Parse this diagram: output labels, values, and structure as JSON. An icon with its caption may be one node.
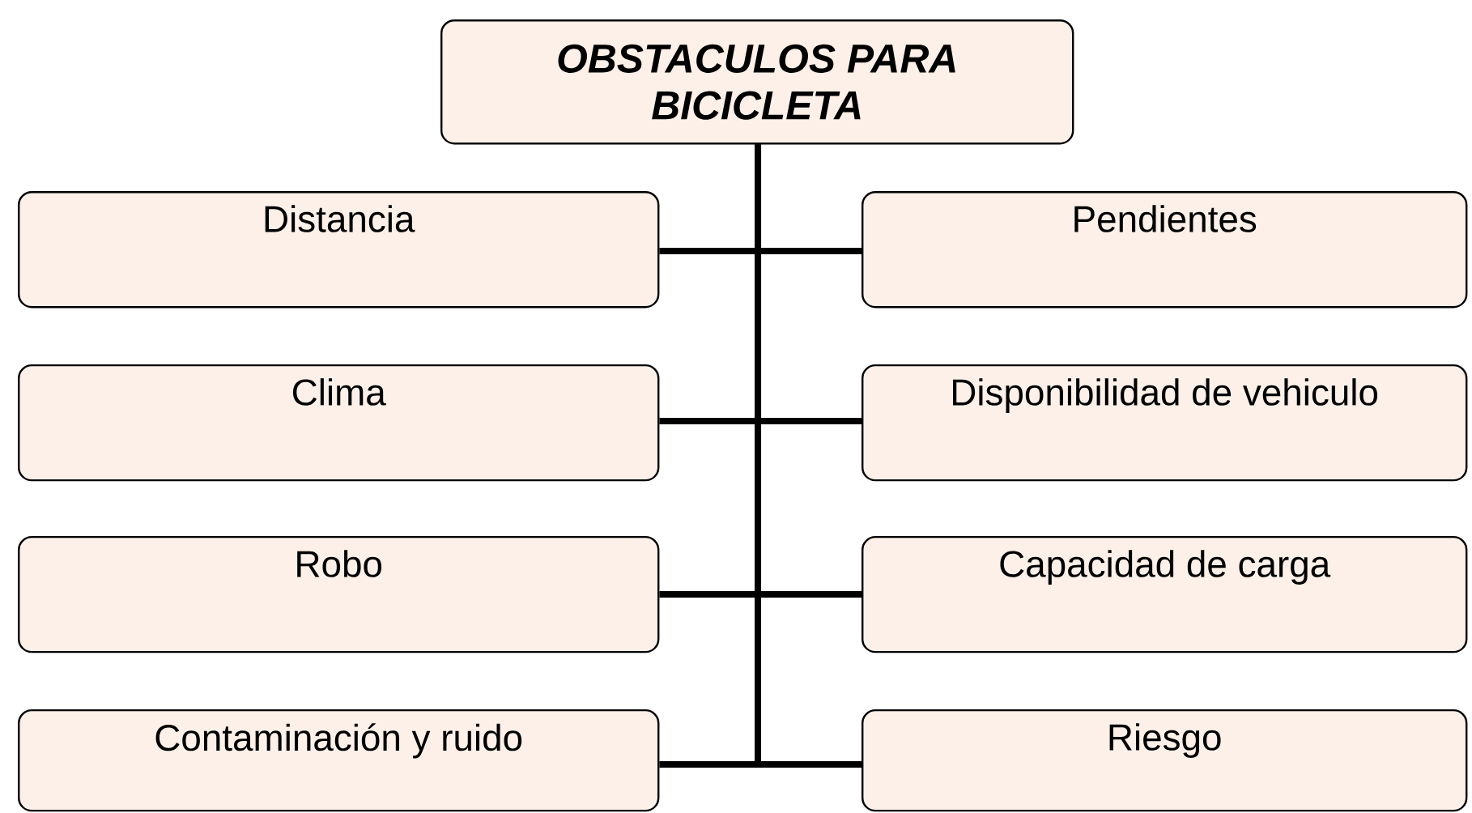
{
  "diagram": {
    "nodes": [
      {
        "text": [
          "OBSTACULOS PARA BICICLETA"
        ]
      },
      {
        "text": [
          "Distancia"
        ]
      },
      {
        "text": [
          "Pendientes"
        ]
      },
      {
        "text": [
          "Clima"
        ]
      },
      {
        "text": [
          "Disponibilidad de vehiculo"
        ]
      },
      {
        "text": [
          "Robo"
        ]
      },
      {
        "text": [
          "Capacidad de carga"
        ]
      },
      {
        "text": [
          "Contaminación y ruido"
        ]
      },
      {
        "text": [
          "Riesgo"
        ]
      }
    ],
    "edges": [
      {
        "from": 0,
        "to": 1,
        "arrow": "none"
      },
      {
        "from": 0,
        "to": 2,
        "arrow": "none"
      },
      {
        "from": 0,
        "to": 3,
        "arrow": "none"
      },
      {
        "from": 0,
        "to": 4,
        "arrow": "none"
      },
      {
        "from": 0,
        "to": 5,
        "arrow": "none"
      },
      {
        "from": 0,
        "to": 6,
        "arrow": "none"
      },
      {
        "from": 0,
        "to": 7,
        "arrow": "none"
      },
      {
        "from": 0,
        "to": 8,
        "arrow": "none"
      }
    ]
  }
}
